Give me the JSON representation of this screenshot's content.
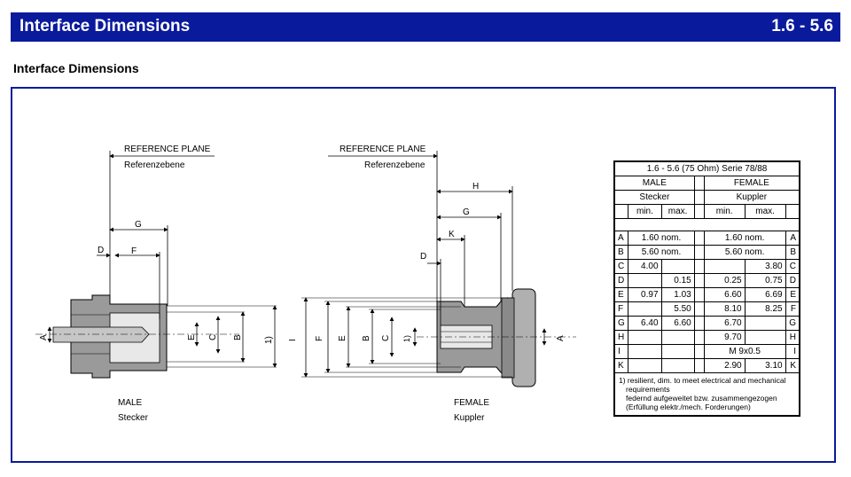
{
  "header": {
    "title": "Interface Dimensions",
    "series": "1.6 -  5.6"
  },
  "subtitle": "Interface Dimensions",
  "drawing": {
    "ref_plane_label": "REFERENCE PLANE",
    "ref_plane_label_de": "Referenzebene",
    "male_label": "MALE",
    "male_label_de": "Stecker",
    "female_label": "FEMALE",
    "female_label_de": "Kuppler",
    "dims": {
      "A": "A",
      "B": "B",
      "C": "C",
      "D": "D",
      "E": "E",
      "F": "F",
      "G": "G",
      "H": "H",
      "I": "I",
      "K": "K",
      "note_ref": "1)"
    }
  },
  "table": {
    "title": "1.6 - 5.6 (75 Ohm) Serie 78/88",
    "male": "MALE",
    "male_de": "Stecker",
    "female": "FEMALE",
    "female_de": "Kuppler",
    "min": "min.",
    "max": "max.",
    "rows": [
      {
        "k": "A",
        "male_span": "1.60 nom.",
        "female_span": "1.60 nom."
      },
      {
        "k": "B",
        "male_span": "5.60 nom.",
        "female_span": "5.60 nom."
      },
      {
        "k": "C",
        "mmin": "4.00",
        "mmax": "",
        "fmin": "",
        "fmax": "3.80"
      },
      {
        "k": "D",
        "mmin": "",
        "mmax": "0.15",
        "fmin": "0.25",
        "fmax": "0.75"
      },
      {
        "k": "E",
        "mmin": "0.97",
        "mmax": "1.03",
        "fmin": "6.60",
        "fmax": "6.69"
      },
      {
        "k": "F",
        "mmin": "",
        "mmax": "5.50",
        "fmin": "8.10",
        "fmax": "8.25"
      },
      {
        "k": "G",
        "mmin": "6.40",
        "mmax": "6.60",
        "fmin": "6.70",
        "fmax": ""
      },
      {
        "k": "H",
        "mmin": "",
        "mmax": "",
        "fmin": "9.70",
        "fmax": ""
      },
      {
        "k": "I",
        "mmin": "",
        "mmax": "",
        "female_span": "M 9x0.5"
      },
      {
        "k": "K",
        "mmin": "",
        "mmax": "",
        "fmin": "2.90",
        "fmax": "3.10"
      }
    ],
    "note": [
      "1) resilient, dim. to meet electrical and mechanical",
      "requirements",
      "federnd aufgeweitet bzw. zusammengezogen",
      "(Erfüllung elektr./mech. Forderungen)"
    ]
  }
}
